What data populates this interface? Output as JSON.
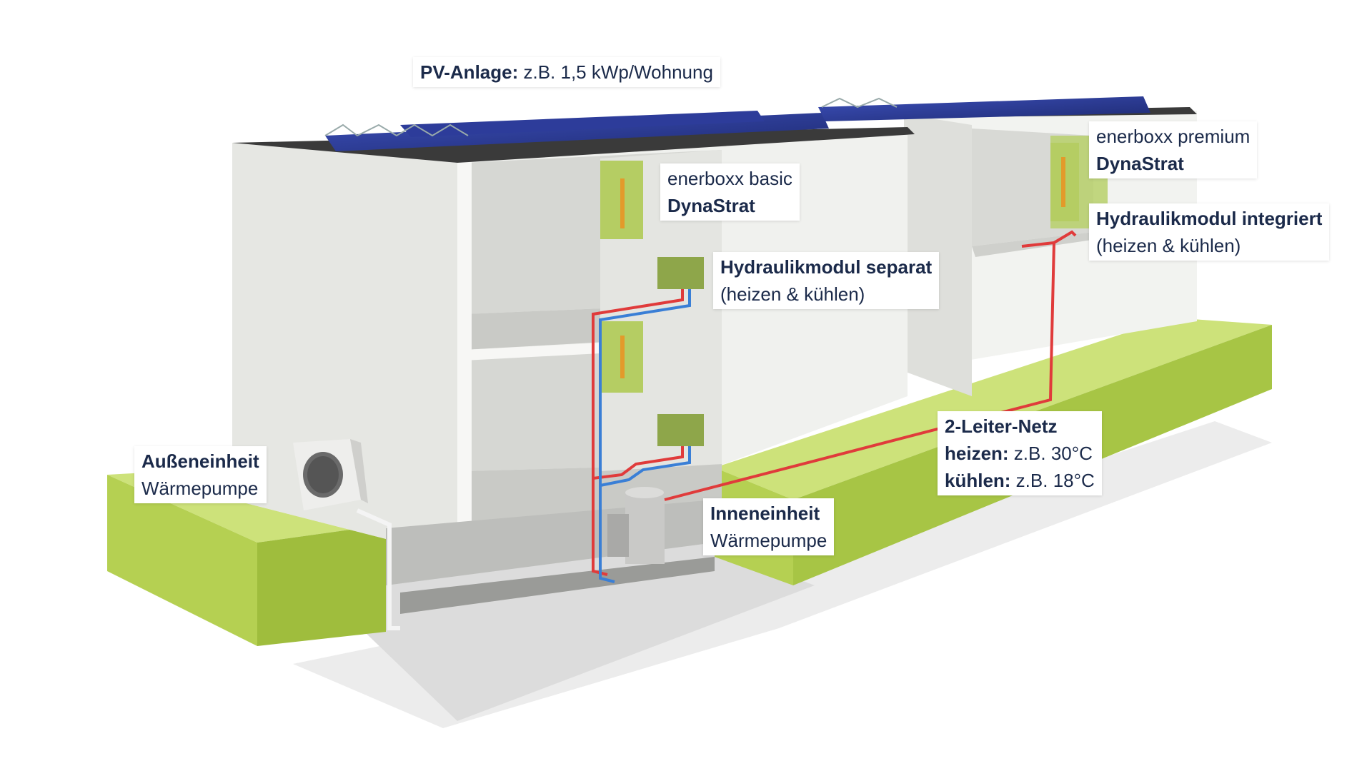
{
  "labels": {
    "pv": {
      "bold": "PV-Anlage:",
      "text": " z.B. 1,5 kWp/Wohnung"
    },
    "basic": {
      "line1": "enerboxx basic",
      "line2": "DynaStrat"
    },
    "premium": {
      "line1": "enerboxx premium",
      "line2": "DynaStrat"
    },
    "hydro_sep": {
      "line1": "Hydraulikmodul separat",
      "line2": "(heizen & kühlen)"
    },
    "hydro_int": {
      "line1": "Hydraulikmodul integriert",
      "line2": "(heizen & kühlen)"
    },
    "outdoor": {
      "line1": "Außeneinheit",
      "line2": "Wärmepumpe"
    },
    "indoor": {
      "line1": "Inneneinheit",
      "line2": "Wärmepumpe"
    },
    "net": {
      "line1": "2-Leiter-Netz",
      "heat_bold": "heizen:",
      "heat_text": " z.B. 30°C",
      "cool_bold": "kühlen:",
      "cool_text": " z.B. 18°C"
    }
  },
  "colors": {
    "text": "#1b2a4a",
    "green": "#a9c94a",
    "pipe_hot": "#e03b3b",
    "pipe_cold": "#3a7fd6",
    "module": "#8ea64a"
  }
}
